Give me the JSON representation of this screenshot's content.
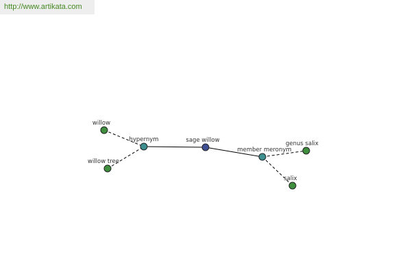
{
  "header": {
    "url": "http://www.artikata.com"
  },
  "graph": {
    "nodes": [
      {
        "id": "center",
        "label": "sage willow",
        "kind": "center",
        "color": "#3f4f93"
      },
      {
        "id": "hyp",
        "label": "hypernym",
        "kind": "relation",
        "color": "#3e8f8f"
      },
      {
        "id": "mer",
        "label": "member meronym",
        "kind": "relation",
        "color": "#3e8f8f"
      },
      {
        "id": "willow",
        "label": "willow",
        "kind": "term",
        "color": "#3f8f3f"
      },
      {
        "id": "willowtree",
        "label": "willow tree",
        "kind": "term",
        "color": "#3f8f3f"
      },
      {
        "id": "genussalix",
        "label": "genus salix",
        "kind": "term",
        "color": "#3f8f3f"
      },
      {
        "id": "salix",
        "label": "salix",
        "kind": "term",
        "color": "#3f8f3f"
      }
    ],
    "edges": [
      {
        "from": "hyp",
        "to": "center",
        "style": "solid"
      },
      {
        "from": "center",
        "to": "mer",
        "style": "solid"
      },
      {
        "from": "willow",
        "to": "hyp",
        "style": "dashed"
      },
      {
        "from": "willowtree",
        "to": "hyp",
        "style": "dashed"
      },
      {
        "from": "mer",
        "to": "genussalix",
        "style": "dashed"
      },
      {
        "from": "mer",
        "to": "salix",
        "style": "dashed"
      }
    ]
  }
}
